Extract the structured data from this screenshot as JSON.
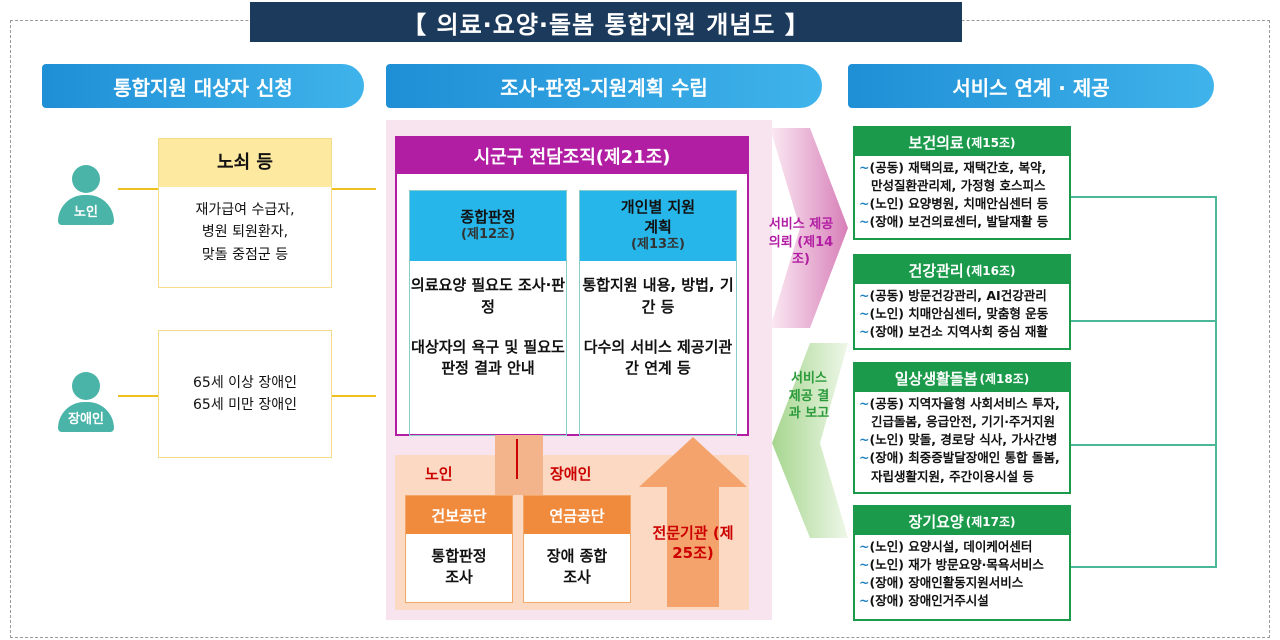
{
  "title": "【 의료·요양·돌봄 통합지원 개념도 】",
  "columns": {
    "left": "통합지원 대상자 신청",
    "middle": "조사-판정-지원계획 수립",
    "right": "서비스 연계 · 제공"
  },
  "applicants": [
    {
      "person": "노인",
      "header": "노쇠 등",
      "lines": [
        "재가급여 수급자,",
        "병원 퇴원환자,",
        "맞돌 중점군 등"
      ]
    },
    {
      "person": "장애인",
      "lines": [
        "65세 이상 장애인",
        "65세 미만 장애인"
      ]
    }
  ],
  "center": {
    "header": "시군구 전담조직(제21조)",
    "judgment": {
      "title": "종합판정",
      "article": "(제12조)",
      "body1": "의료요양 필요도 조사·판정",
      "body2": "대상자의 욕구 및 필요도 판정 결과 안내"
    },
    "plan": {
      "title": "개인별 지원계획",
      "article": "(제13조)",
      "body1": "통합지원 내용, 방법, 기간 등",
      "body2": "다수의 서비스 제공기관 간 연계 등"
    },
    "elderly_label": "노인",
    "disabled_label": "장애인",
    "nhis": {
      "header": "건보공단",
      "body": "통합판정 조사"
    },
    "nps": {
      "header": "연금공단",
      "body": "장애 종합조사"
    },
    "expert": "전문기관 (제25조)"
  },
  "arrows": {
    "request": "서비스 제공 의뢰 (제14조)",
    "report": "서비스 제공 결과 보고"
  },
  "services": [
    {
      "title": "보건의료",
      "article": "(제15조)",
      "items": [
        "(공동) 재택의료, 재택간호, 복약,",
        "  만성질환관리제, 가정형 호스피스",
        "(노인) 요양병원, 치매안심센터 등",
        "(장애) 보건의료센터, 발달재활 등"
      ]
    },
    {
      "title": "건강관리",
      "article": "(제16조)",
      "items": [
        "(공동) 방문건강관리, AI건강관리",
        "(노인) 치매안심센터, 맞춤형 운동",
        "(장애) 보건소 지역사회 중심 재활"
      ]
    },
    {
      "title": "일상생활돌봄",
      "article": "(제18조)",
      "items": [
        "(공동) 지역자율형 사회서비스 투자,",
        "  긴급돌봄, 응급안전, 기기·주거지원",
        "(노인) 맞돌, 경로당 식사, 가사간병",
        "(장애) 최중증발달장애인 통합 돌봄,",
        "  자립생활지원, 주간이용시설 등"
      ]
    },
    {
      "title": "장기요양",
      "article": "(제17조)",
      "items": [
        "(노인) 요양시설, 데이케어센터",
        "(노인) 재가 방문요양·목욕서비스",
        "(장애) 장애인활동지원서비스",
        "(장애) 장애인거주시설"
      ]
    }
  ],
  "colors": {
    "title_bg": "#1c3a5c",
    "magenta": "#b21ea3",
    "blue": "#27b6ea",
    "green": "#1a9a4a",
    "orange": "#f08a3c",
    "yellow": "#fde9a0"
  }
}
